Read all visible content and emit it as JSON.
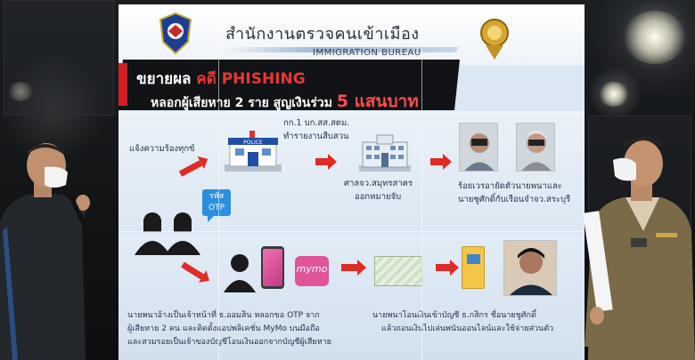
{
  "screen": {
    "logo_left": "immigration-police-badge",
    "logo_right": "police-seal",
    "bureau_th": "สำนักงานตรวจคนเข้าเมือง",
    "bureau_en": "IMMIGRATION BUREAU",
    "title": {
      "line1_prefix": "ขยายผล",
      "line1_highlight": "คดี PHISHING",
      "line2_prefix": "หลอกผู้เสียหาย 2 ราย สูญเงินร่วม",
      "line2_highlight": "5 แสนบาท"
    },
    "top_row": {
      "complaint": "แจ้งความร้องทุกข์",
      "police_unit": "กก.1 บก.สส.สตม.",
      "police_action": "ทำรายงานสืบสวน",
      "court_name": "ศาลจว.สมุทรสาคร",
      "court_action": "ออกหมายจับ",
      "arrest_line1": "ร้อยเวรอายัดตัวนายพนาและ",
      "arrest_line2": "นายชูศักดิ์กับเรือนจำจว.สระบุรี"
    },
    "otp_bubble": {
      "line1": "รหัส",
      "line2": "OTP"
    },
    "bottom_row": {
      "mymo_label": "mymo",
      "scam_line1": "นายพนาอ้างเป็นเจ้าหน้าที่ ธ.ออมสิน หลอกขอ OTP จาก",
      "scam_line2": "ผู้เสียหาย 2 คน และติดตั้งแอปพลิเคชั่น MyMo บนมือถือ",
      "scam_line3": "และสวมรอยเป็นเจ้าของบัญชีโอนเงินออกจากบัญชีผู้เสียหาย",
      "transfer_line1": "นายพนาโอนเงินเข้าบัญชี ธ.กสิกร ชื่อนายชูศักดิ์",
      "transfer_line2": "แล้วถอนเงินไปเล่นพนันออนไลน์และใช้จ่ายส่วนตัว"
    }
  },
  "colors": {
    "accent_red": "#e02b25",
    "banner_black": "#111316",
    "otp_blue": "#2a8fe0",
    "mymo_pink": "#e0549a"
  }
}
